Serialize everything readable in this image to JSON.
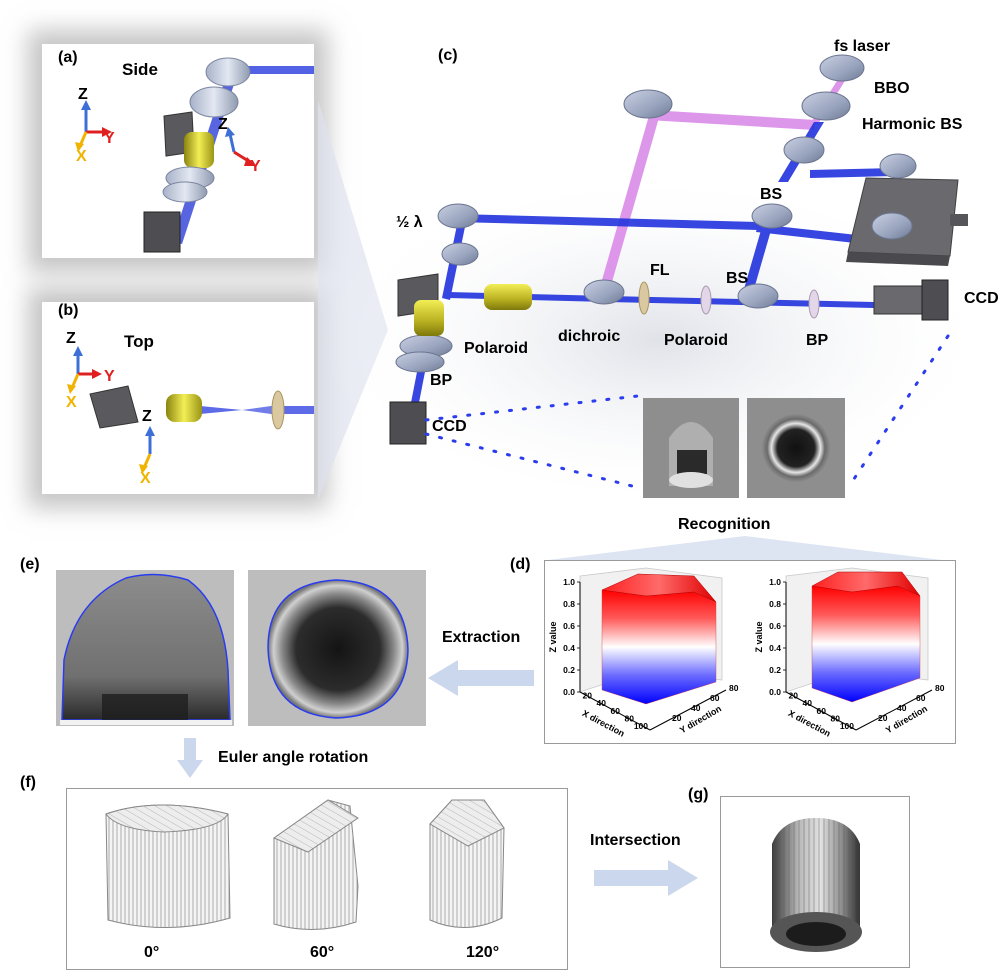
{
  "panels": {
    "a": {
      "letter": "(a)",
      "title": "Side"
    },
    "b": {
      "letter": "(b)",
      "title": "Top"
    },
    "c": {
      "letter": "(c)"
    },
    "d": {
      "letter": "(d)"
    },
    "e": {
      "letter": "(e)"
    },
    "f": {
      "letter": "(f)"
    },
    "g": {
      "letter": "(g)"
    }
  },
  "axes": {
    "z": "Z",
    "y": "Y",
    "x": "X"
  },
  "setup_labels": {
    "fs_laser": "fs laser",
    "bbo": "BBO",
    "harmonic_bs": "Harmonic BS",
    "half_wave": "½ λ",
    "bs_top": "BS",
    "bs_mid": "BS",
    "fl": "FL",
    "ccd_right": "CCD",
    "polaroid_left": "Polaroid",
    "dichroic": "dichroic",
    "polaroid_mid": "Polaroid",
    "bp_right": "BP",
    "bp_left": "BP",
    "ccd_left": "CCD"
  },
  "steps": {
    "recognition": "Recognition",
    "extraction": "Extraction",
    "euler": "Euler angle rotation",
    "intersection": "Intersection"
  },
  "rotation_angles": [
    "0°",
    "60°",
    "120°"
  ],
  "chart_data": [
    {
      "type": "surface",
      "zlabel": "Z value",
      "xlabel": "X direction",
      "ylabel": "Y direction",
      "z_ticks": [
        "0.0",
        "0.2",
        "0.4",
        "0.6",
        "0.8",
        "1.0"
      ],
      "x_ticks": [
        "20",
        "40",
        "60",
        "80",
        "100"
      ],
      "y_ticks": [
        "20",
        "40",
        "60",
        "80"
      ],
      "zlim": [
        0,
        1
      ],
      "colormap": {
        "low": "#0000ff",
        "mid": "#ffffff",
        "high": "#ff0000"
      }
    },
    {
      "type": "surface",
      "zlabel": "Z value",
      "xlabel": "X direction",
      "ylabel": "Y direction",
      "z_ticks": [
        "0.0",
        "0.2",
        "0.4",
        "0.6",
        "0.8",
        "1.0"
      ],
      "x_ticks": [
        "20",
        "40",
        "60",
        "80",
        "100"
      ],
      "y_ticks": [
        "20",
        "40",
        "60",
        "80"
      ],
      "zlim": [
        0,
        1
      ],
      "colormap": {
        "low": "#0000ff",
        "mid": "#ffffff",
        "high": "#ff0000"
      }
    }
  ],
  "colors": {
    "beam_blue": "#2233dd",
    "beam_pink": "#d98be8",
    "axis_z": "#3d6fd6",
    "axis_y": "#e02020",
    "axis_x": "#f0b400",
    "contour": "#2a3cf0"
  }
}
